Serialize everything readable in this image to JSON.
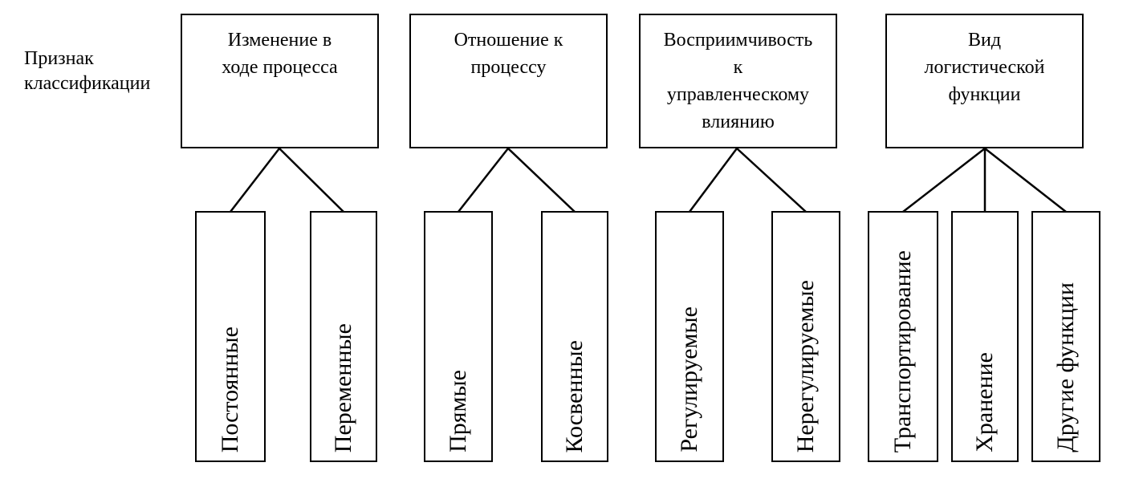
{
  "criterion_label": "Признак\nклассификации",
  "categories": [
    {
      "label": "Изменение в\nходе процесса",
      "children": [
        "Постоянные",
        "Переменные"
      ]
    },
    {
      "label": "Отношение к\nпроцессу",
      "children": [
        "Прямые",
        "Косвенные"
      ]
    },
    {
      "label": "Восприимчивость\nк\nуправленческому\nвлиянию",
      "children": [
        "Регулируемые",
        "Нерегулируемые"
      ]
    },
    {
      "label": "Вид\nлогистической\nфункции",
      "children": [
        "Транспортирование",
        "Хранение",
        "Другие функции"
      ]
    }
  ],
  "colors": {
    "line": "#000000",
    "background": "#ffffff"
  }
}
